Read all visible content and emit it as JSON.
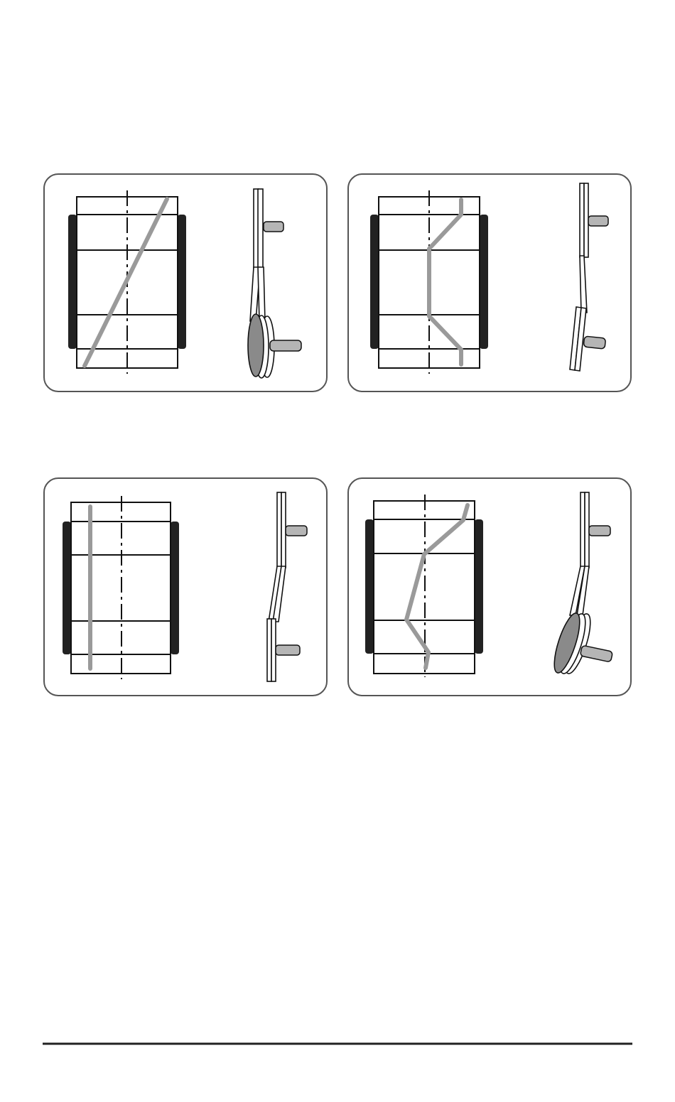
{
  "figure": {
    "description_text": "",
    "panels": [
      {
        "id": "diagonal-misalignment",
        "belt_track": "diagonal",
        "side_view": "angled-lower-pulley"
      },
      {
        "id": "offset-misalignment",
        "belt_track": "offset-step",
        "side_view": "tilted-lower-pulley"
      },
      {
        "id": "aligned",
        "belt_track": "straight",
        "side_view": "parallel-pulleys"
      },
      {
        "id": "twisted-misalignment",
        "belt_track": "zigzag",
        "side_view": "angled-lower-pulley"
      }
    ]
  },
  "colors": {
    "frame": "#555555",
    "line": "#111111",
    "belt_track": "#9a9a9a",
    "pulley_face": "#8a8a8a",
    "shaft": "#b5b5b5",
    "roller": "#222222"
  }
}
